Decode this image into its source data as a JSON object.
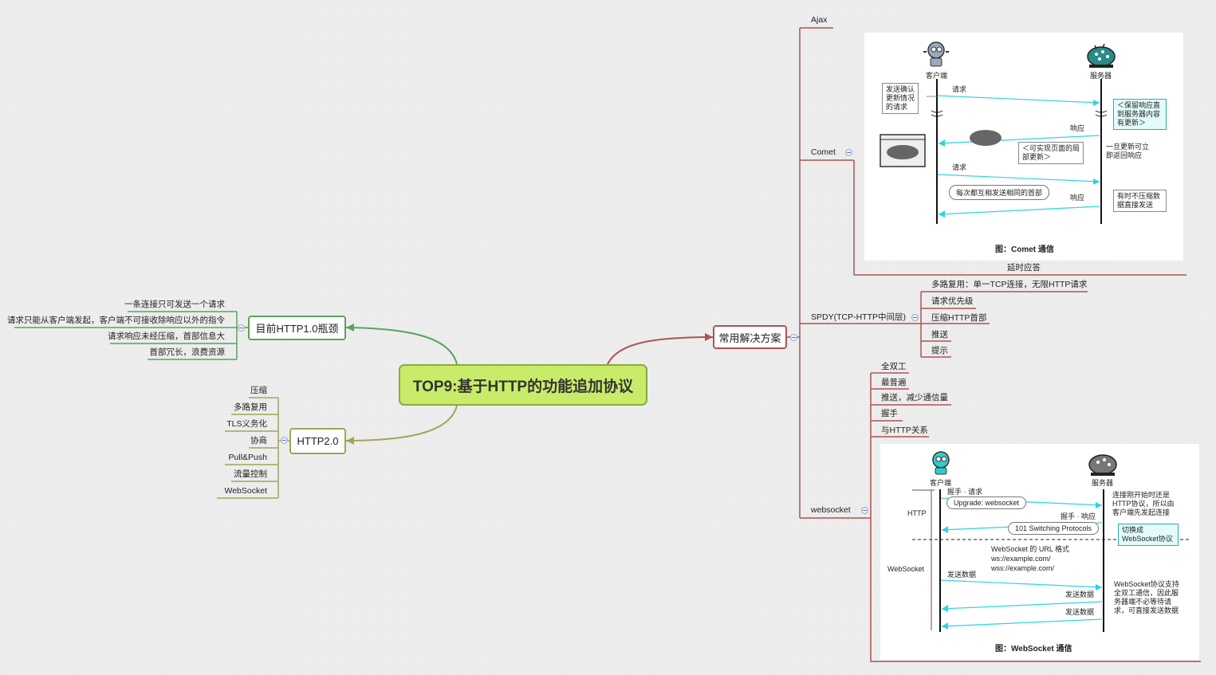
{
  "central": {
    "title": "TOP9:基于HTTP的功能追加协议"
  },
  "colors": {
    "green": "#5aa35a",
    "olive": "#a3a356",
    "red": "#b05252",
    "central_fill": "#c8ec6a"
  },
  "http1": {
    "title": "目前HTTP1.0瓶颈",
    "items": [
      "一条连接只可发送一个请求",
      "请求只能从客户端发起，客户端不可接收除响应以外的指令",
      "请求响应未经压缩，首部信息大",
      "首部冗长，浪费资源"
    ]
  },
  "http2": {
    "title": "HTTP2.0",
    "items": [
      "压缩",
      "多路复用",
      "TLS义务化",
      "协商",
      "Pull&Push",
      "流量控制",
      "WebSocket"
    ]
  },
  "solutions": {
    "title": "常用解决方案",
    "ajax": "Ajax",
    "comet": {
      "label": "Comet",
      "child": "延时应答",
      "figure": {
        "client": "客户端",
        "server": "服务器",
        "req1": "请求",
        "resp1": "响应",
        "req2": "请求",
        "resp2": "响应",
        "note_left": "发送确认更新情况的请求",
        "note_hold": "＜保留响应直到服务器内容有更新＞",
        "note_partial": "＜可实现页面的局部更新＞",
        "note_return": "一旦更新可立即返回响应",
        "note_same": "每次都互相发送相同的首部",
        "note_nocompress": "有时不压缩数据直接发送",
        "caption": "图：Comet 通信"
      }
    },
    "spdy": {
      "label": "SPDY(TCP-HTTP中间层)",
      "items": [
        "多路复用：单一TCP连接，无限HTTP请求",
        "请求优先级",
        "压缩HTTP首部",
        "推送",
        "提示"
      ]
    },
    "websocket": {
      "label": "websocket",
      "items": [
        "全双工",
        "最普遍",
        "推送，减少通信量",
        "握手",
        "与HTTP关系"
      ],
      "figure": {
        "client": "客户端",
        "server": "服务器",
        "hs_req": "握手 · 请求",
        "upgrade": "Upgrade: websocket",
        "hs_resp": "握手 · 响应",
        "switching": "101 Switching Protocols",
        "http_label": "HTTP",
        "ws_label": "WebSocket",
        "note_client_first": "连接刚开始时还是HTTP协议，所以由客户端先发起连接",
        "note_switch": "切换成WebSocket协议",
        "url_format": "WebSocket 的 URL 格式",
        "url1": "ws://example.com/",
        "url2": "wss://example.com/",
        "send1": "发送数据",
        "send2": "发送数据",
        "send3": "发送数据",
        "note_fullduplex": "WebSocket协议支持全双工通信，因此服务器端不必等待请求，可直接发送数据",
        "caption": "图：WebSocket 通信"
      }
    }
  }
}
